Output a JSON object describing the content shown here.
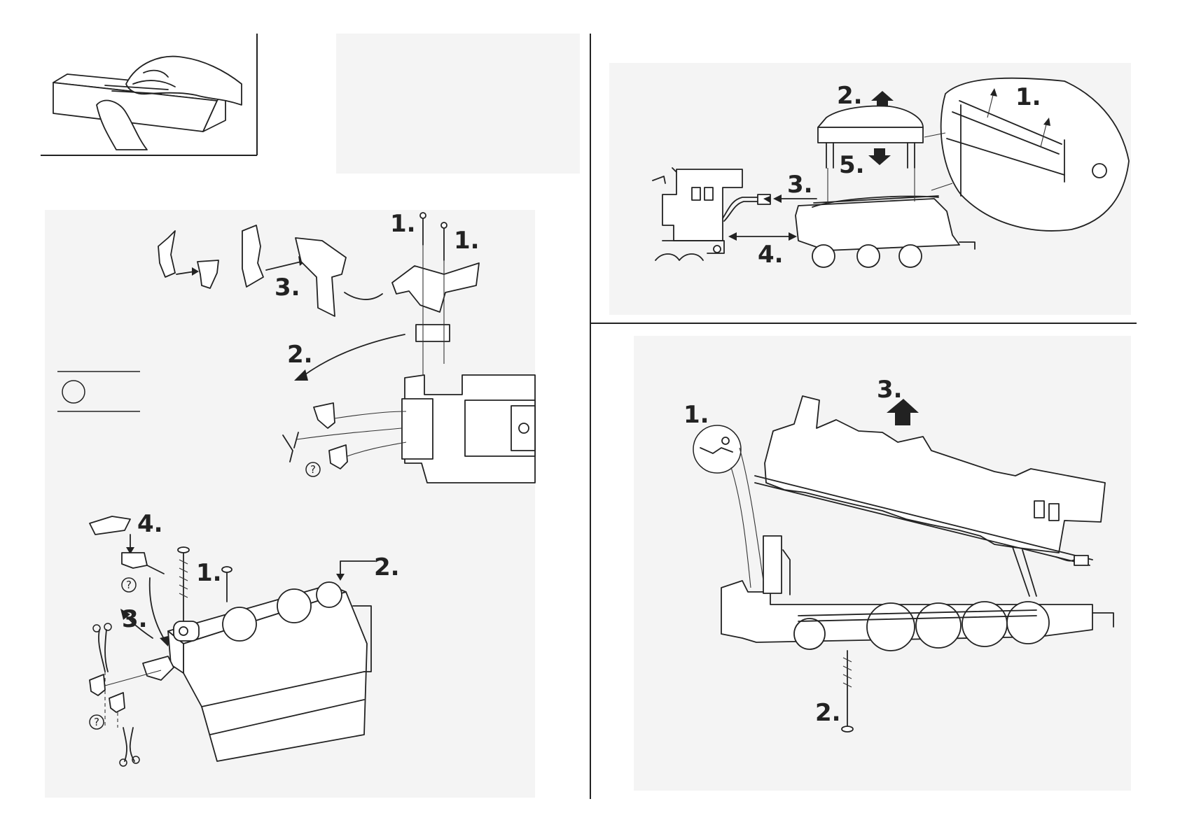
{
  "document": {
    "panels": [
      {
        "name": "case-handling",
        "steps": []
      },
      {
        "name": "coupler-exchange-front",
        "steps": [
          "1.",
          "1.",
          "2.",
          "3."
        ]
      },
      {
        "name": "coupler-exchange-rear",
        "steps": [
          "1.",
          "2.",
          "3.",
          "4."
        ],
        "question_marks": [
          "?",
          "?"
        ]
      },
      {
        "name": "tender-disassembly",
        "steps": [
          "1.",
          "2.",
          "3.",
          "4.",
          "5."
        ]
      },
      {
        "name": "locomotive-body-removal",
        "steps": [
          "1.",
          "2.",
          "3."
        ]
      }
    ],
    "coupler_front_question": "?",
    "icons": [
      "hand-icon",
      "screw-icon",
      "coupler-icon",
      "arrow-icon",
      "scissors-icon",
      "locomotive-icon",
      "tender-icon",
      "magnifier-callout-icon",
      "symbol-circle-icon"
    ]
  }
}
